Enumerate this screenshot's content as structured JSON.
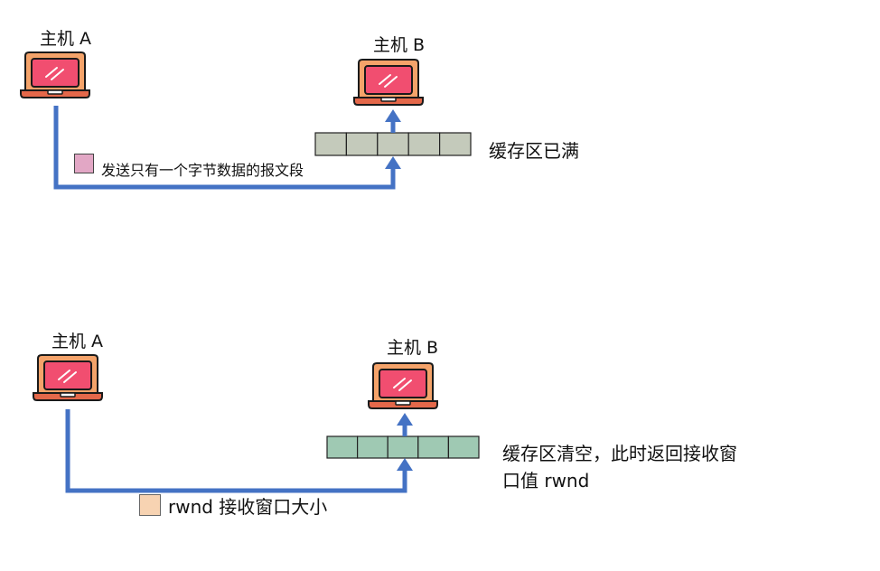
{
  "colors": {
    "arrow": "#4472C4",
    "buffer_full": "#C4CABB",
    "buffer_empty": "#9FC9B3",
    "segment_pink": "#E2A7C5",
    "segment_peach": "#F7D3B2",
    "laptop_body": "#F4A36A",
    "laptop_screen": "#F14E70",
    "laptop_base": "#E4684A",
    "outline": "#1A1A1A"
  },
  "scene1": {
    "host_a": {
      "label": "主机 A",
      "icon": "laptop-icon"
    },
    "host_b": {
      "label": "主机 B",
      "icon": "laptop-icon"
    },
    "segment_label": "发送只有一个字节数据的报文段",
    "buffer_status": "缓存区已满",
    "buffer_cells": 5
  },
  "scene2": {
    "host_a": {
      "label": "主机 A",
      "icon": "laptop-icon"
    },
    "host_b": {
      "label": "主机 B",
      "icon": "laptop-icon"
    },
    "segment_label": "rwnd 接收窗口大小",
    "buffer_status_line1": "缓存区清空，此时返回接收窗",
    "buffer_status_line2": "口值 rwnd",
    "buffer_cells": 5
  }
}
